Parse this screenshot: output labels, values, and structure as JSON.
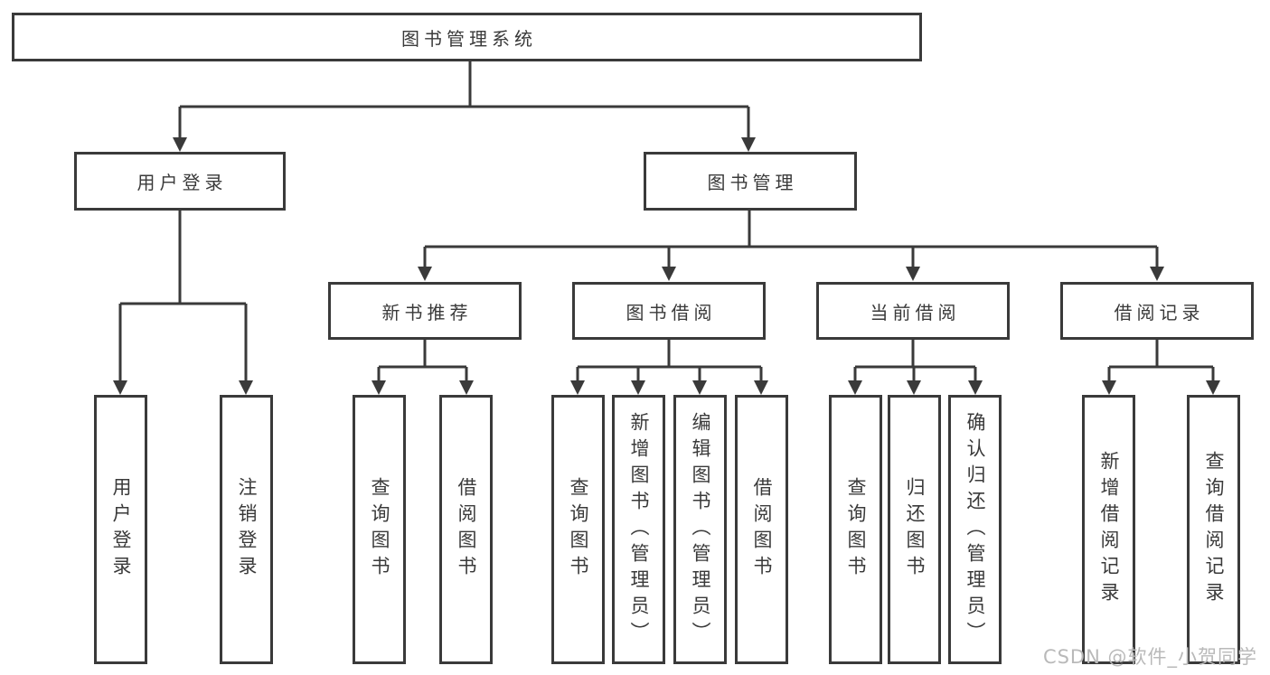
{
  "title": "图书管理系统",
  "level2": {
    "userLogin": "用户登录",
    "bookMgmt": "图书管理"
  },
  "level3": {
    "newBookRec": "新书推荐",
    "bookBorrow": "图书借阅",
    "currentBorrow": "当前借阅",
    "borrowRecords": "借阅记录"
  },
  "leaves": {
    "userLogin": "用户登录",
    "logout": "注销登录",
    "queryBooksRec": "查询图书",
    "borrowBooksRec": "借阅图书",
    "queryBooksBorrow": "查询图书",
    "addBooksAdmin": "新增图书（管理员）",
    "editBooksAdmin": "编辑图书（管理员）",
    "borrowBooks": "借阅图书",
    "queryBooksCurrent": "查询图书",
    "returnBooks": "归还图书",
    "confirmReturnAdmin": "确认归还（管理员）",
    "addBorrowRecord": "新增借阅记录",
    "queryBorrowRecord": "查询借阅记录"
  },
  "watermark": "CSDN @软件_小贺同学",
  "colors": {
    "line": "#3a3a3a",
    "text": "#3a3a3a",
    "watermark": "#b9b9b9",
    "bg": "#ffffff"
  }
}
